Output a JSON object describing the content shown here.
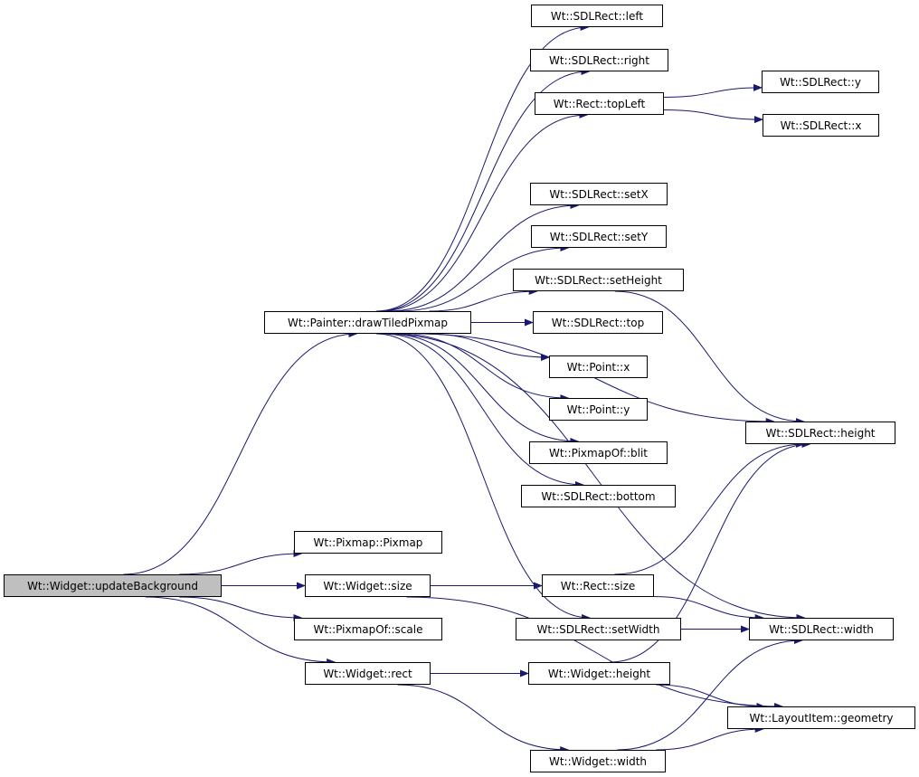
{
  "colors": {
    "edge": "#191970",
    "node_border": "#000000",
    "node_fill": "#ffffff",
    "root_fill": "#bfbfbf"
  },
  "nodes": {
    "updateBackground": "Wt::Widget::updateBackground",
    "drawTiledPixmap": "Wt::Painter::drawTiledPixmap",
    "sdlLeft": "Wt::SDLRect::left",
    "sdlRight": "Wt::SDLRect::right",
    "rectTopLeft": "Wt::Rect::topLeft",
    "sdlY": "Wt::SDLRect::y",
    "sdlX": "Wt::SDLRect::x",
    "sdlSetX": "Wt::SDLRect::setX",
    "sdlSetY": "Wt::SDLRect::setY",
    "sdlSetHeight": "Wt::SDLRect::setHeight",
    "sdlTop": "Wt::SDLRect::top",
    "pointX": "Wt::Point::x",
    "pointY": "Wt::Point::y",
    "sdlHeight": "Wt::SDLRect::height",
    "pixmapOfBlit": "Wt::PixmapOf::blit",
    "sdlBottom": "Wt::SDLRect::bottom",
    "pixmapPixmap": "Wt::Pixmap::Pixmap",
    "widgetSize": "Wt::Widget::size",
    "rectSize": "Wt::Rect::size",
    "pixmapOfScale": "Wt::PixmapOf::scale",
    "sdlSetWidth": "Wt::SDLRect::setWidth",
    "sdlWidth": "Wt::SDLRect::width",
    "widgetRect": "Wt::Widget::rect",
    "widgetHeight": "Wt::Widget::height",
    "layoutGeometry": "Wt::LayoutItem::geometry",
    "widgetWidth": "Wt::Widget::width"
  },
  "edges": [
    [
      "updateBackground",
      "drawTiledPixmap"
    ],
    [
      "updateBackground",
      "pixmapPixmap"
    ],
    [
      "updateBackground",
      "widgetSize"
    ],
    [
      "updateBackground",
      "pixmapOfScale"
    ],
    [
      "updateBackground",
      "widgetRect"
    ],
    [
      "drawTiledPixmap",
      "sdlLeft"
    ],
    [
      "drawTiledPixmap",
      "sdlRight"
    ],
    [
      "drawTiledPixmap",
      "rectTopLeft"
    ],
    [
      "drawTiledPixmap",
      "sdlHeight"
    ],
    [
      "drawTiledPixmap",
      "sdlSetX"
    ],
    [
      "drawTiledPixmap",
      "sdlSetY"
    ],
    [
      "drawTiledPixmap",
      "sdlSetHeight"
    ],
    [
      "drawTiledPixmap",
      "sdlTop"
    ],
    [
      "drawTiledPixmap",
      "pointX"
    ],
    [
      "drawTiledPixmap",
      "pointY"
    ],
    [
      "drawTiledPixmap",
      "pixmapOfBlit"
    ],
    [
      "drawTiledPixmap",
      "sdlBottom"
    ],
    [
      "drawTiledPixmap",
      "sdlWidth"
    ],
    [
      "drawTiledPixmap",
      "sdlSetWidth"
    ],
    [
      "rectTopLeft",
      "sdlY"
    ],
    [
      "rectTopLeft",
      "sdlX"
    ],
    [
      "sdlSetHeight",
      "sdlHeight"
    ],
    [
      "widgetSize",
      "rectSize"
    ],
    [
      "widgetSize",
      "layoutGeometry"
    ],
    [
      "rectSize",
      "sdlHeight"
    ],
    [
      "rectSize",
      "sdlWidth"
    ],
    [
      "sdlSetWidth",
      "sdlWidth"
    ],
    [
      "widgetRect",
      "widgetHeight"
    ],
    [
      "widgetRect",
      "widgetWidth"
    ],
    [
      "widgetHeight",
      "sdlHeight"
    ],
    [
      "widgetHeight",
      "layoutGeometry"
    ],
    [
      "widgetWidth",
      "sdlWidth"
    ],
    [
      "widgetWidth",
      "layoutGeometry"
    ]
  ]
}
